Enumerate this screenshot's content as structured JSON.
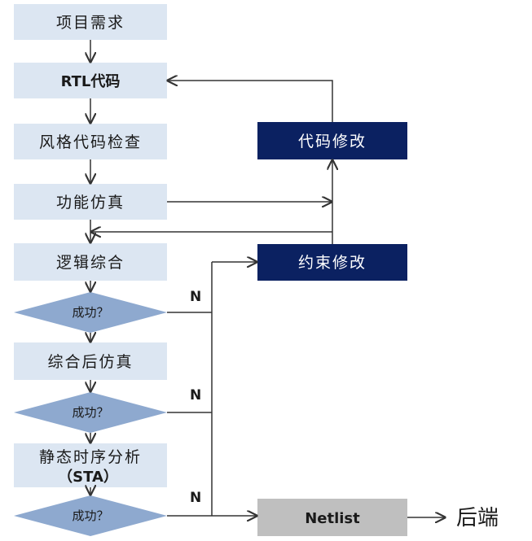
{
  "steps": {
    "requirements": "项目需求",
    "rtl": "RTL代码",
    "lint": "风格代码检查",
    "func_sim": "功能仿真",
    "synthesis": "逻辑综合",
    "post_syn_sim": "综合后仿真",
    "sta_line1": "静态时序分析",
    "sta_line2": "（STA）",
    "netlist": "Netlist",
    "backend": "后端"
  },
  "decisions": {
    "check1": "成功？",
    "check2": "成功？",
    "check3": "成功？"
  },
  "feedback": {
    "code_fix": "代码修改",
    "constraint_fix": "约束修改"
  },
  "labels": {
    "no1": "N",
    "no2": "N",
    "no3": "N"
  },
  "colors": {
    "light_box": "#dce6f2",
    "dark_box": "#0b2161",
    "diamond": "#8ea9cf",
    "gray_box": "#bfbfbf"
  }
}
